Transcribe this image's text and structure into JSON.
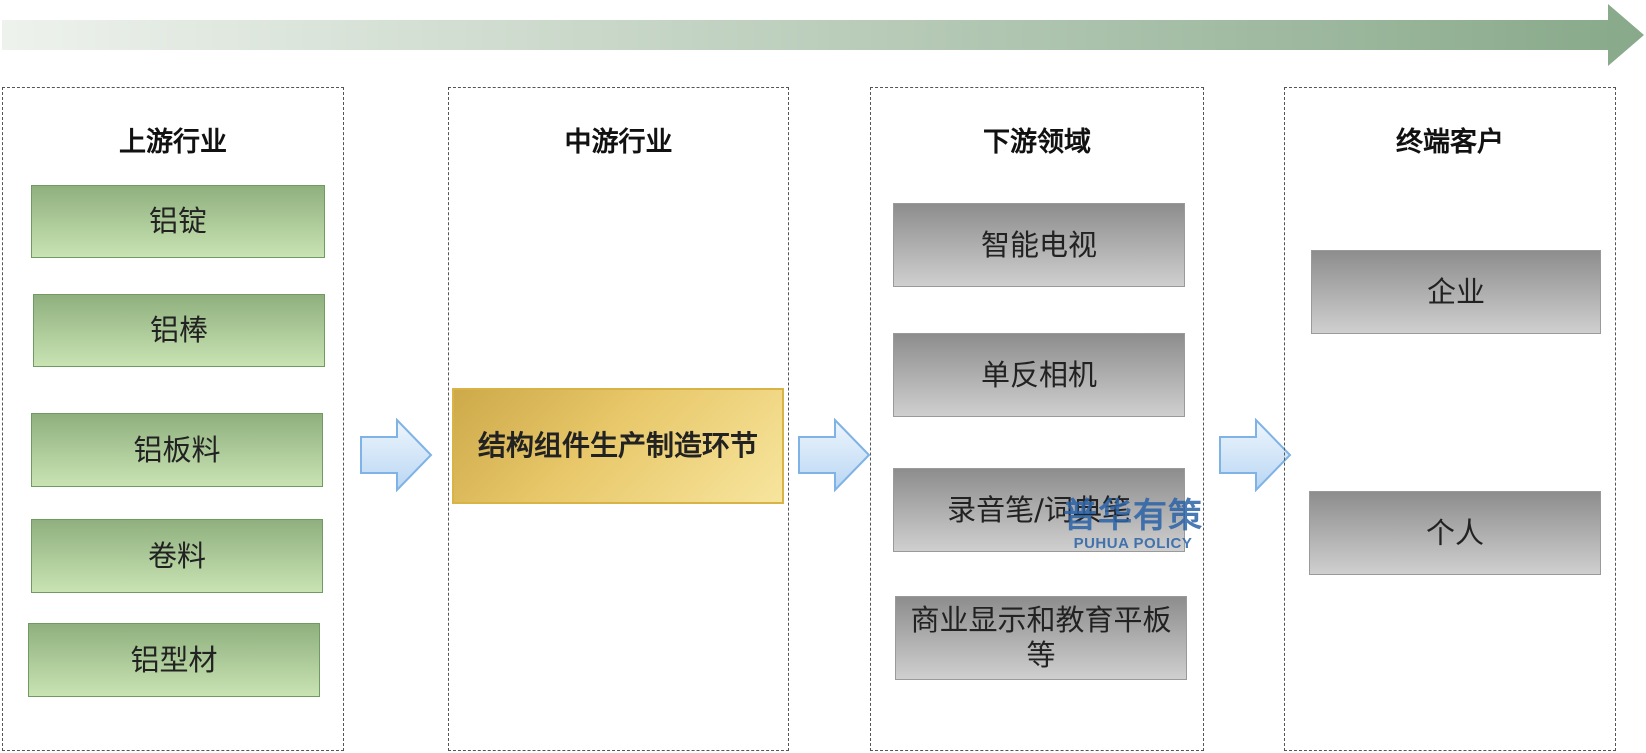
{
  "colors": {
    "top_arrow_start": "#e4ebe3",
    "top_arrow_end": "#88a98a",
    "upstream_box": "#a9c996",
    "midstream_box": "#e8c86a",
    "downstream_box": "#b0b0b0",
    "flow_arrow": "#cfe3f7",
    "watermark": "#2b63a8"
  },
  "columns": [
    {
      "title": "上游行业",
      "items": [
        "铝锭",
        "铝棒",
        "铝板料",
        "卷料",
        "铝型材"
      ]
    },
    {
      "title": "中游行业",
      "items": [
        "结构组件生产制造环节"
      ]
    },
    {
      "title": "下游领域",
      "items": [
        "智能电视",
        "单反相机",
        "录音笔/词典笔",
        "商业显示和教育平板等"
      ]
    },
    {
      "title": "终端客户",
      "items": [
        "企业",
        "个人"
      ]
    }
  ],
  "watermark": {
    "cn": "普华有策",
    "en": "PUHUA POLICY"
  },
  "icons": {
    "top_arrow": "progress-arrow-icon",
    "flow_arrow": "right-arrow-icon"
  }
}
